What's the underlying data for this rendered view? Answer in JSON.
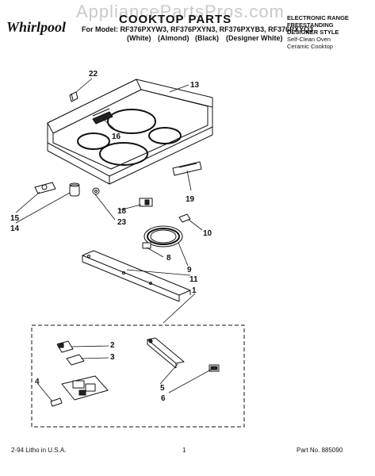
{
  "watermark": "AppliancePartsPros.com",
  "header": {
    "logo": "Whirlpool",
    "title": "COOKTOP PARTS",
    "for_model_label": "For Model:",
    "models": "RF376PXYW3, RF376PXYN3, RF376PXYB3, RF376PXYQ3",
    "colors": [
      "(White)",
      "(Almond)",
      "(Black)",
      "(Designer White)"
    ],
    "right_info": [
      "ELECTRONIC RANGE",
      "FREESTANDING",
      "DESIGNER STYLE",
      "Self-Clean Oven",
      "Ceramic Cooktop"
    ]
  },
  "callouts": [
    "22",
    "13",
    "16",
    "19",
    "15",
    "14",
    "18",
    "23",
    "10",
    "8",
    "9",
    "11",
    "1",
    "2",
    "3",
    "4",
    "5",
    "6"
  ],
  "footer": {
    "left": "2-94 Litho in U.S.A.",
    "center": "1",
    "right": "Part No. 885090"
  }
}
